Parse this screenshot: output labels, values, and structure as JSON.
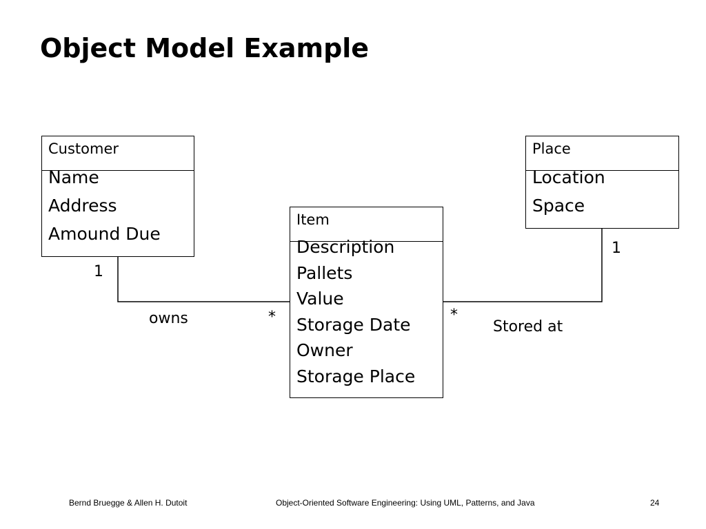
{
  "slide": {
    "title": "Object Model Example"
  },
  "classes": {
    "customer": {
      "name": "Customer",
      "attributes": [
        "Name",
        "Address",
        "Amound Due"
      ]
    },
    "item": {
      "name": "Item",
      "attributes": [
        "Description",
        "Pallets",
        "Value",
        "Storage Date",
        "Owner",
        "Storage Place"
      ]
    },
    "place": {
      "name": "Place",
      "attributes": [
        "Location",
        "Space"
      ]
    }
  },
  "associations": {
    "owns": {
      "label": "owns",
      "customer_end": "1",
      "item_end": "*"
    },
    "stored_at": {
      "label": "Stored at",
      "item_end": "*",
      "place_end": "1"
    }
  },
  "footer": {
    "authors": "Bernd Bruegge & Allen H. Dutoit",
    "book": "Object-Oriented Software Engineering: Using UML, Patterns, and Java",
    "page": "24"
  }
}
